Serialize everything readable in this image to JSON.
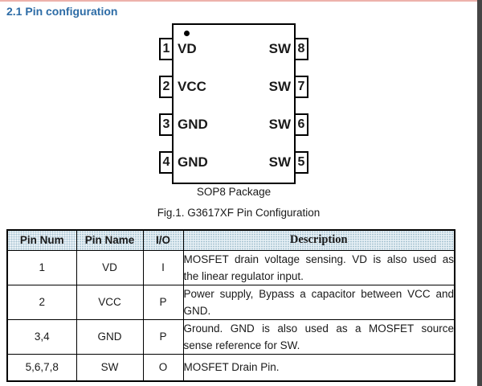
{
  "page": {
    "heading": "2.1 Pin configuration",
    "package_caption": "SOP8 Package",
    "figure_caption": "Fig.1. G3617XF Pin Configuration"
  },
  "diagram": {
    "package_type": "SOP8",
    "left_pins": [
      {
        "number": "1",
        "label": "VD"
      },
      {
        "number": "2",
        "label": "VCC"
      },
      {
        "number": "3",
        "label": "GND"
      },
      {
        "number": "4",
        "label": "GND"
      }
    ],
    "right_pins": [
      {
        "number": "8",
        "label": "SW"
      },
      {
        "number": "7",
        "label": "SW"
      },
      {
        "number": "6",
        "label": "SW"
      },
      {
        "number": "5",
        "label": "SW"
      }
    ]
  },
  "table": {
    "headers": [
      "Pin Num",
      "Pin Name",
      "I/O",
      "Description"
    ],
    "rows": [
      {
        "pin_num": "1",
        "pin_name": "VD",
        "io": "I",
        "description": [
          "MOSFET drain voltage sensing. VD is also used as",
          "the linear regulator input."
        ]
      },
      {
        "pin_num": "2",
        "pin_name": "VCC",
        "io": "P",
        "description": [
          "Power supply, Bypass a capacitor between VCC and",
          "GND."
        ]
      },
      {
        "pin_num": "3,4",
        "pin_name": "GND",
        "io": "P",
        "description": [
          "Ground. GND is also used as a MOSFET source",
          "sense reference for SW."
        ]
      },
      {
        "pin_num": "5,6,7,8",
        "pin_name": "SW",
        "io": "O",
        "description": [
          "MOSFET Drain Pin."
        ]
      }
    ]
  },
  "colors": {
    "heading_blue": "#2D6CA6",
    "table_header_bg": "#E9F1F6",
    "border_black": "#000000",
    "top_edge_pink": "#EDB2AB",
    "right_edge_band": "#454545"
  }
}
